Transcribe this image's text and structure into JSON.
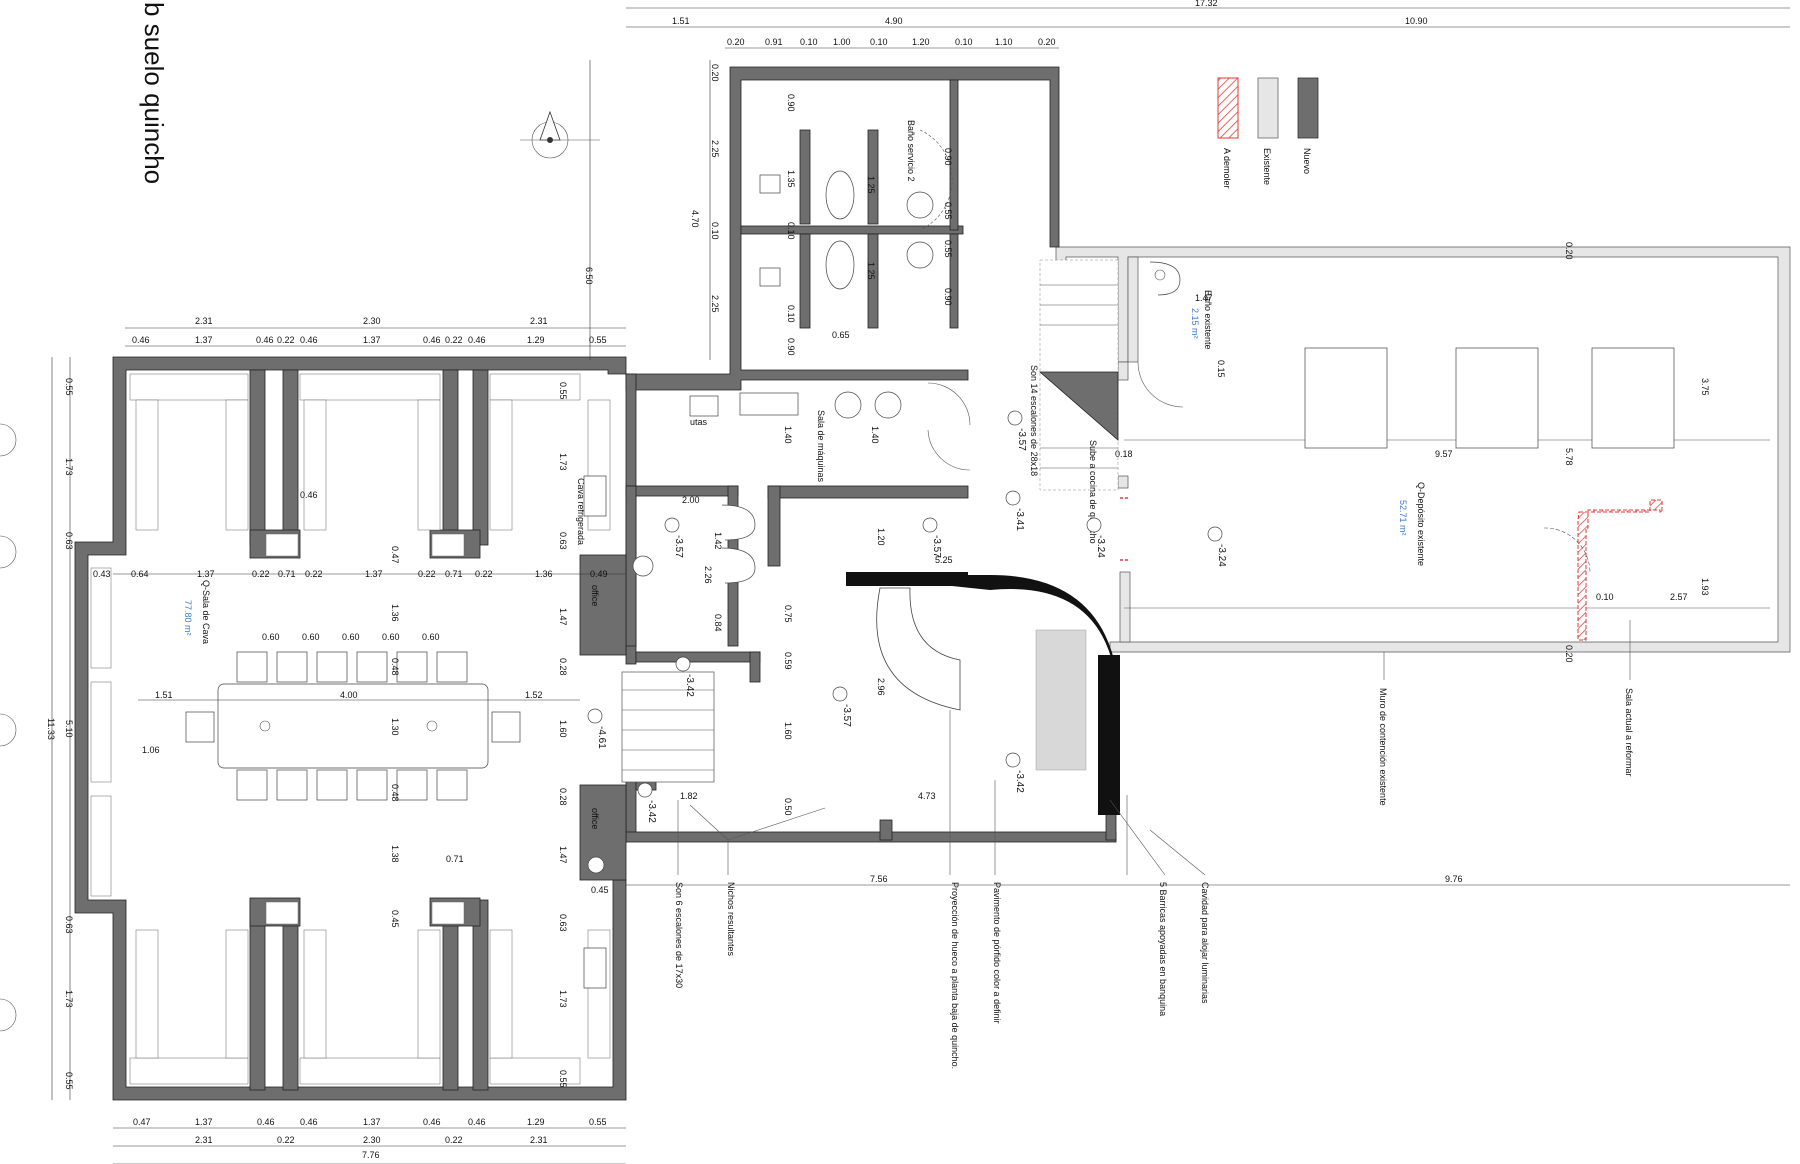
{
  "title": "b suelo quincho",
  "legend": [
    {
      "label": "A demoler",
      "color": "#e53935",
      "pattern": "hatch"
    },
    {
      "label": "Existente",
      "color": "#e6e6e6",
      "pattern": "solid"
    },
    {
      "label": "Nuevo",
      "color": "#6e6e6e",
      "pattern": "solid"
    }
  ],
  "rooms": {
    "sala_cava": {
      "name": "Q-Sala de Cava",
      "area": "77.80 m²"
    },
    "deposito": {
      "name": "Q-Depósito existente",
      "area": "52.71 m²"
    },
    "bano_existente": {
      "name": "Baño existente",
      "area": "2.15 m²"
    },
    "bano_servicio": {
      "name": "Baño servicio 2"
    },
    "sala_maquinas": {
      "name": "Sala de máquinas"
    },
    "cava_refrigerada": {
      "name": "Cava refrigerada"
    },
    "office_1": {
      "name": "office"
    },
    "office_2": {
      "name": "office"
    },
    "utas": {
      "name": "utas"
    }
  },
  "notes": {
    "escalera_cocina": "Son 14 escalones de 28x18",
    "sube_cocina": "Sube a cocina de quincho",
    "son6": "Son 6 escalones de 17x30",
    "nichos": "Nichos resultantes",
    "proyeccion": "Proyección de hueco a planta baja de quincho.",
    "pavimento": "Pavimento de pórfido color a definir",
    "barricas": "5 Barricas apoyadas en banquina",
    "cavidad": "Cavidad para alojar luminarias",
    "muro": "Muro de contención existente",
    "sala_actual": "Sala actual a reformar"
  },
  "levels": [
    "-3.57",
    "-3.57",
    "-3.57",
    "-3.41",
    "-3.24",
    "-3.24",
    "-3.42",
    "-3.57",
    "-4.61",
    "-3.42",
    "-3.42"
  ],
  "dims": {
    "top_total": "17.32",
    "top_a": "1.51",
    "top_b": "4.90",
    "top_c": "10.90",
    "baths": [
      "0.20",
      "0.91",
      "0.10",
      "1.00",
      "0.10",
      "1.20",
      "0.10",
      "1.10",
      "0.20"
    ],
    "row1_major": [
      "2.31",
      "2.30",
      "2.31"
    ],
    "row1_minor": [
      "0.46",
      "1.37",
      "0.46",
      "0.22",
      "0.46",
      "1.37",
      "0.46",
      "0.22",
      "0.46",
      "1.29",
      "0.55"
    ],
    "bottom_minor": [
      "0.47",
      "1.37",
      "0.46",
      "0.46",
      "1.37",
      "0.46",
      "0.46",
      "1.29",
      "0.55"
    ],
    "bottom_major": [
      "2.31",
      "0.22",
      "2.30",
      "0.22",
      "2.31"
    ],
    "bottom_total": "7.76",
    "left_total": "11.33",
    "left_stack": [
      "0.55",
      "1.73",
      "0.63",
      "5.10",
      "0.63",
      "1.73",
      "0.55"
    ],
    "bath_vert": [
      "0.20",
      "2.25",
      "4.70",
      "0.10",
      "2.25",
      "6.50"
    ],
    "bath_inner": [
      "0.90",
      "1.35",
      "1.25",
      "0.10",
      "1.25",
      "0.10",
      "0.90",
      "0.65",
      "0.90",
      "0.55",
      "0.55",
      "0.90"
    ],
    "table_row": [
      "0.60",
      "0.60",
      "0.60",
      "0.60",
      "0.60"
    ],
    "table_len": "4.00",
    "table_side_l": "1.51",
    "table_side_r": "1.52",
    "table_w": "1.30",
    "chair_off": "1.06",
    "mid_row": [
      "0.43",
      "0.64",
      "1.37",
      "0.22",
      "0.71",
      "0.22",
      "1.37",
      "0.22",
      "0.71",
      "0.22",
      "1.36",
      "0.49"
    ],
    "right_col": [
      "0.55",
      "1.73",
      "0.63",
      "1.47",
      "0.28",
      "1.60",
      "0.28",
      "1.47",
      "0.45",
      "0.63",
      "1.73",
      "0.55"
    ],
    "center_col": [
      "0.46",
      "0.47",
      "1.36",
      "0.48",
      "0.48",
      "1.38",
      "0.45",
      "0.71"
    ],
    "mid": [
      "2.00",
      "1.42",
      "2.26",
      "0.84",
      "0.75",
      "0.59",
      "1.20",
      "5.25",
      "2.96",
      "1.60",
      "0.50",
      "1.82",
      "4.73"
    ],
    "maq": [
      "1.40",
      "1.40"
    ],
    "bottom_line": [
      "7.56",
      "9.76"
    ],
    "dep": [
      "1.47",
      "0.18",
      "9.57",
      "3.75",
      "5.78",
      "1.93",
      "2.57",
      "0.10",
      "0.20",
      "0.20",
      "0.15"
    ]
  }
}
